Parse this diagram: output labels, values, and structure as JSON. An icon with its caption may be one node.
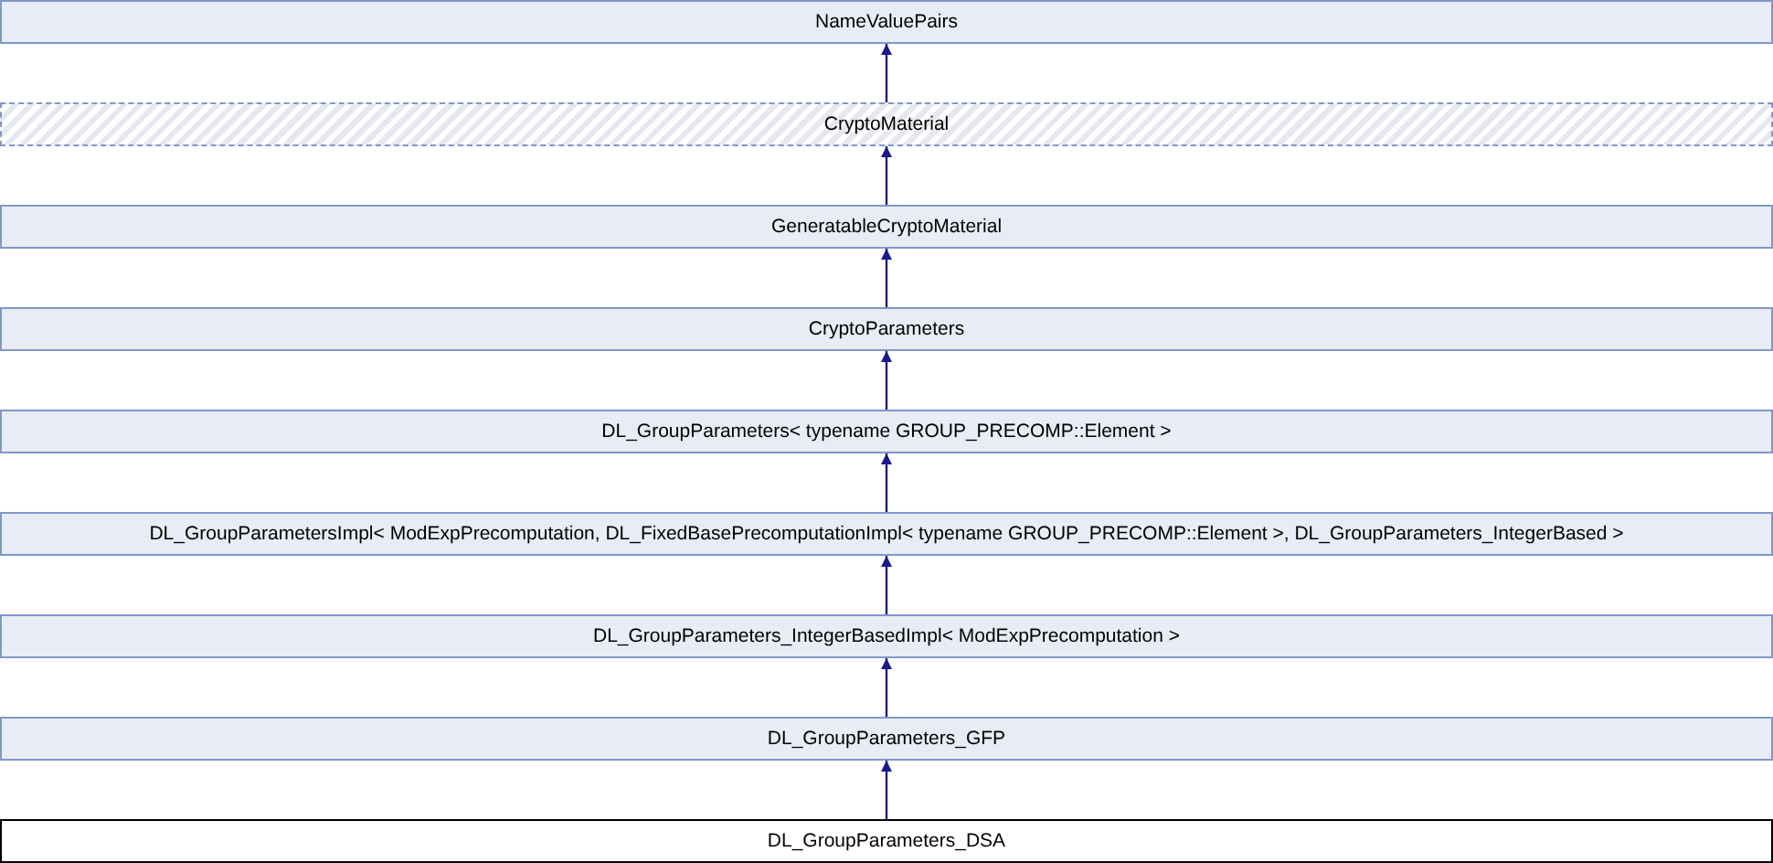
{
  "diagram": {
    "nodes": [
      {
        "text": [
          "NameValuePairs"
        ]
      },
      {
        "text": [
          "CryptoMaterial"
        ]
      },
      {
        "text": [
          "GeneratableCryptoMaterial"
        ]
      },
      {
        "text": [
          "CryptoParameters"
        ]
      },
      {
        "text": [
          "DL_GroupParameters< typename GROUP_PRECOMP::Element >"
        ]
      },
      {
        "text": [
          "DL_GroupParametersImpl< ModExpPrecomputation, DL_FixedBasePrecomputationImpl< typename GROUP_PRECOMP::Element >, DL_GroupParameters_IntegerBased >"
        ]
      },
      {
        "text": [
          "DL_GroupParameters_IntegerBasedImpl< ModExpPrecomputation >"
        ]
      },
      {
        "text": [
          "DL_GroupParameters_GFP"
        ]
      },
      {
        "text": [
          "DL_GroupParameters_DSA"
        ]
      }
    ],
    "edges": [
      {
        "from": 1,
        "to": 0,
        "arrow": "to"
      },
      {
        "from": 2,
        "to": 1,
        "arrow": "to"
      },
      {
        "from": 3,
        "to": 2,
        "arrow": "to"
      },
      {
        "from": 4,
        "to": 3,
        "arrow": "to"
      },
      {
        "from": 5,
        "to": 4,
        "arrow": "to"
      },
      {
        "from": 6,
        "to": 5,
        "arrow": "to"
      },
      {
        "from": 7,
        "to": 6,
        "arrow": "to"
      },
      {
        "from": 8,
        "to": 7,
        "arrow": "to"
      }
    ]
  }
}
